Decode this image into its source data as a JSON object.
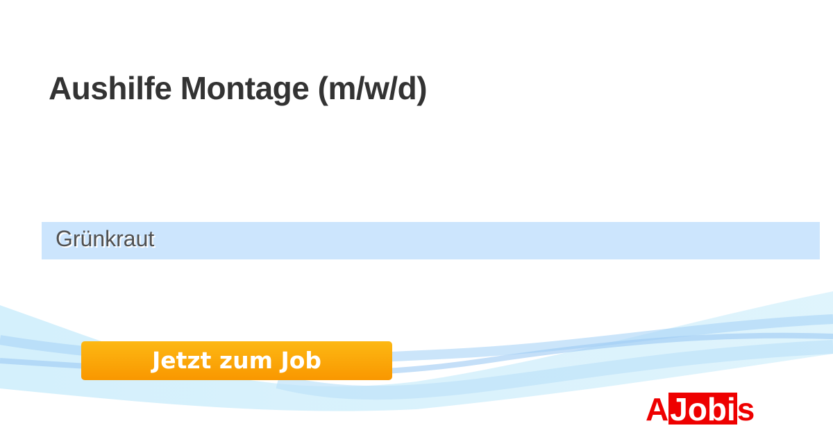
{
  "job": {
    "title": "Aushilfe Montage (m/w/d)",
    "company": "Grünkraut"
  },
  "cta": {
    "label": "Jetzt zum Job"
  },
  "logo": {
    "text": "AJobis",
    "part_a": "A",
    "part_box": "Jobi",
    "part_s": "s"
  },
  "colors": {
    "accent_bar": "#cce5fd",
    "button": "#fca80a",
    "logo": "#ee0000"
  }
}
